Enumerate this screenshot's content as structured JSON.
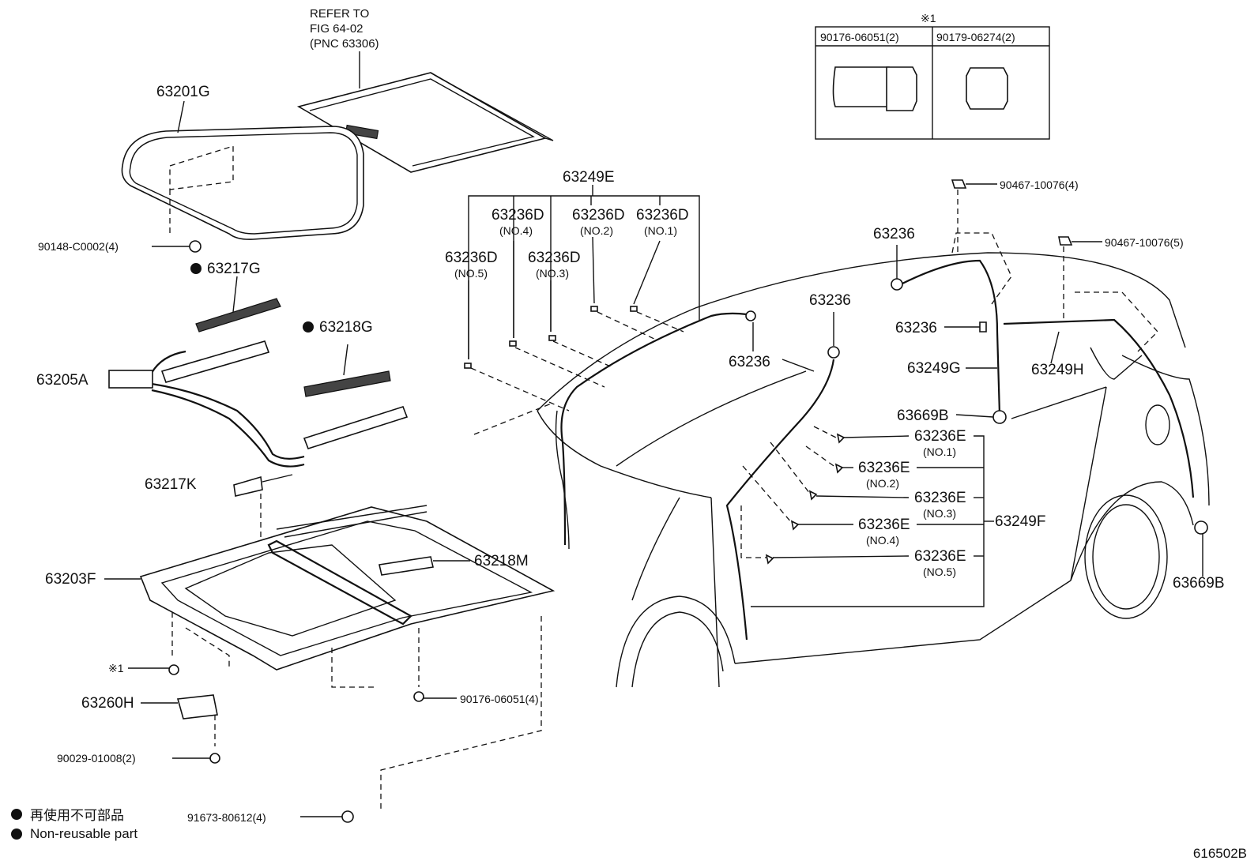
{
  "refer": {
    "line1": "REFER TO",
    "line2": "FIG 64-02",
    "line3": "(PNC 63306)"
  },
  "note_mark": "※1",
  "table": {
    "col1": "90176-06051(2)",
    "col2": "90179-06274(2)"
  },
  "parts": {
    "p63201G": "63201G",
    "p90148": "90148-C0002(4)",
    "p63217G": "63217G",
    "p63218G": "63218G",
    "p63205A": "63205A",
    "p63217K": "63217K",
    "p63203F": "63203F",
    "p63218M": "63218M",
    "n1": "※1",
    "p63260H": "63260H",
    "p90176": "90176-06051(4)",
    "p90029": "90029-01008(2)",
    "p91673": "91673-80612(4)",
    "p63249E": "63249E",
    "d4": "63236D",
    "d4n": "(NO.4)",
    "d2": "63236D",
    "d2n": "(NO.2)",
    "d1": "63236D",
    "d1n": "(NO.1)",
    "d5": "63236D",
    "d5n": "(NO.5)",
    "d3": "63236D",
    "d3n": "(NO.3)",
    "c1": "63236",
    "c2": "63236",
    "c3": "63236",
    "c4": "63236",
    "p63249G": "63249G",
    "p63249H": "63249H",
    "p63669B1": "63669B",
    "p63669B2": "63669B",
    "p90467a": "90467-10076(4)",
    "p90467b": "90467-10076(5)",
    "e1": "63236E",
    "e1n": "(NO.1)",
    "e2": "63236E",
    "e2n": "(NO.2)",
    "e3": "63236E",
    "e3n": "(NO.3)",
    "e4": "63236E",
    "e4n": "(NO.4)",
    "e5": "63236E",
    "e5n": "(NO.5)",
    "p63249F": "63249F"
  },
  "legend": {
    "jp": "再使用不可部品",
    "en": "Non-reusable part"
  },
  "fig_code": "616502B"
}
